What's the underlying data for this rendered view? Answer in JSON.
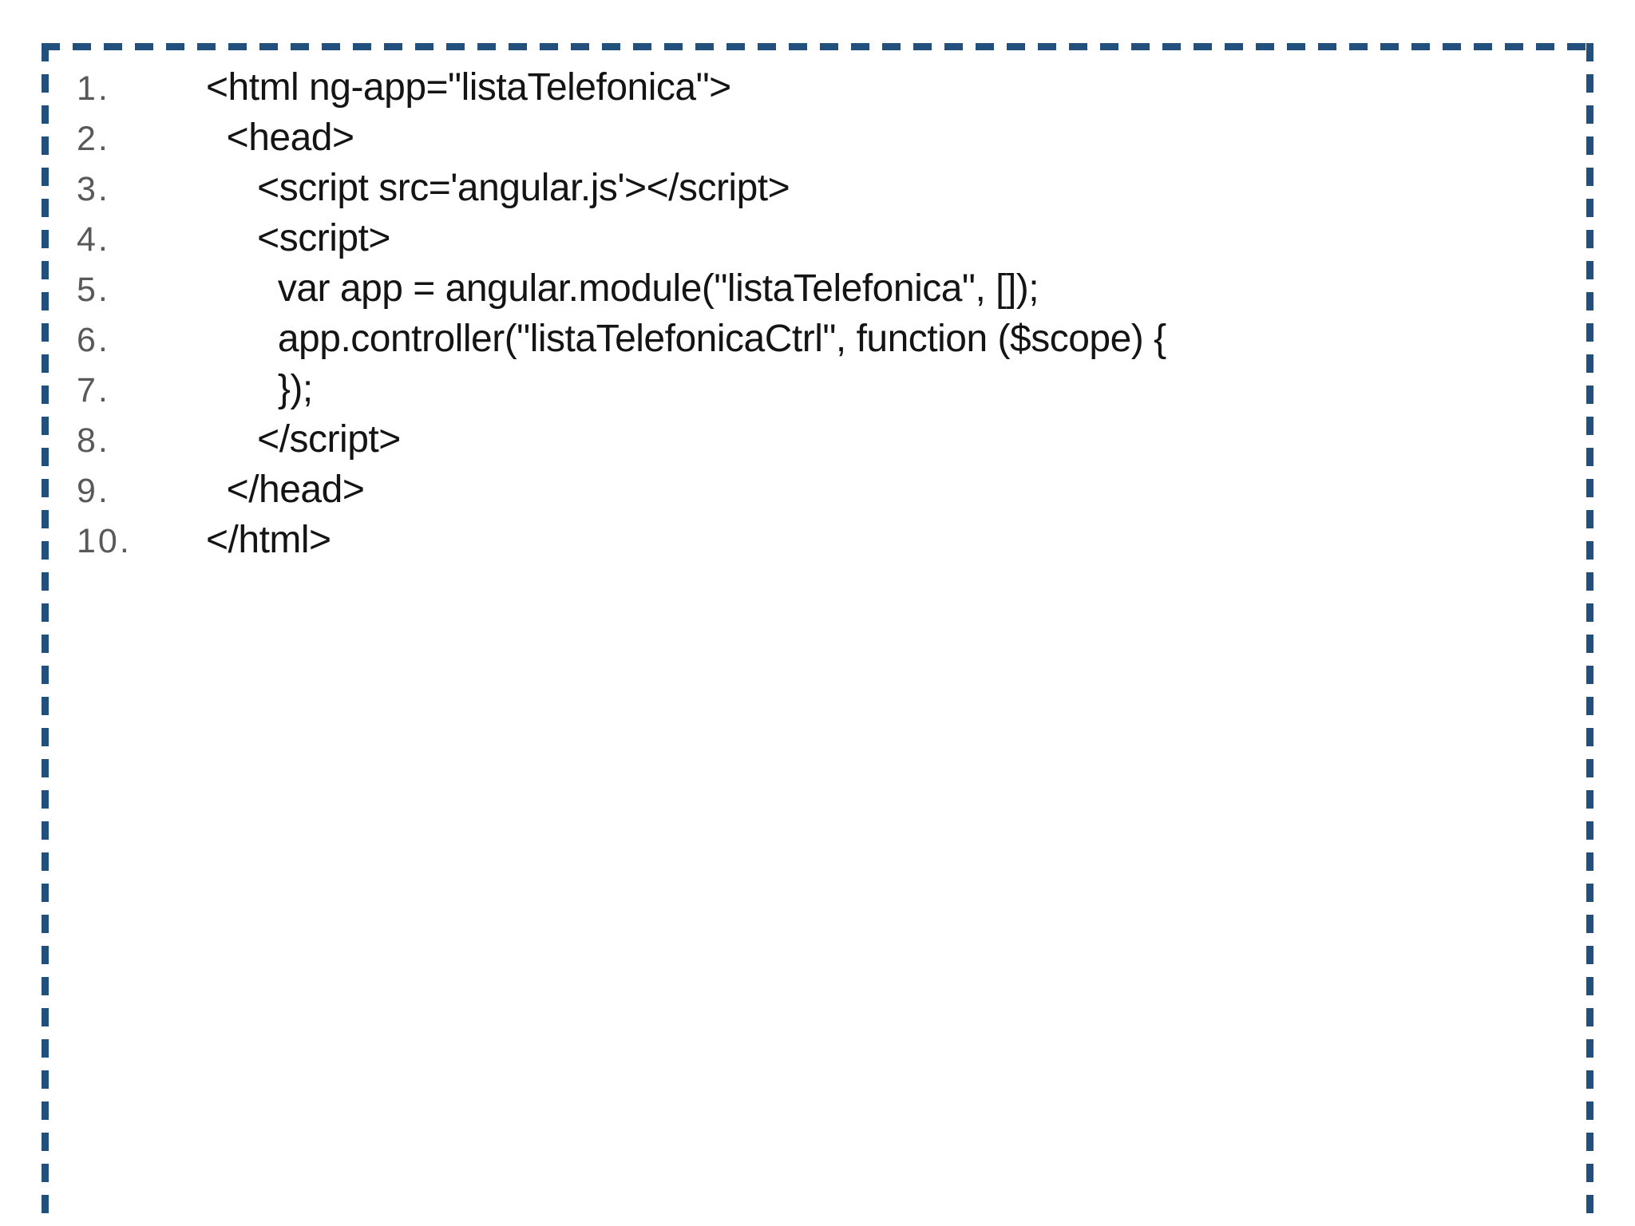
{
  "listing": {
    "language": "html",
    "lines": [
      {
        "number": "1.",
        "code": "<html ng-app=\"listaTelefonica\">"
      },
      {
        "number": "2.",
        "code": "  <head>"
      },
      {
        "number": "3.",
        "code": "     <script src='angular.js'></script>"
      },
      {
        "number": "4.",
        "code": "     <script>"
      },
      {
        "number": "5.",
        "code": "       var app = angular.module(\"listaTelefonica\", []);"
      },
      {
        "number": "6.",
        "code": "       app.controller(\"listaTelefonicaCtrl\", function ($scope) {"
      },
      {
        "number": "7.",
        "code": "       });"
      },
      {
        "number": "8.",
        "code": "     </script>"
      },
      {
        "number": "9.",
        "code": "  </head>"
      },
      {
        "number": "10.",
        "code": "</html>"
      }
    ]
  },
  "colors": {
    "border_blue": "#21507D",
    "line_number_gray": "#595959",
    "code_black": "#141414",
    "bg_white": "#FFFFFF"
  }
}
